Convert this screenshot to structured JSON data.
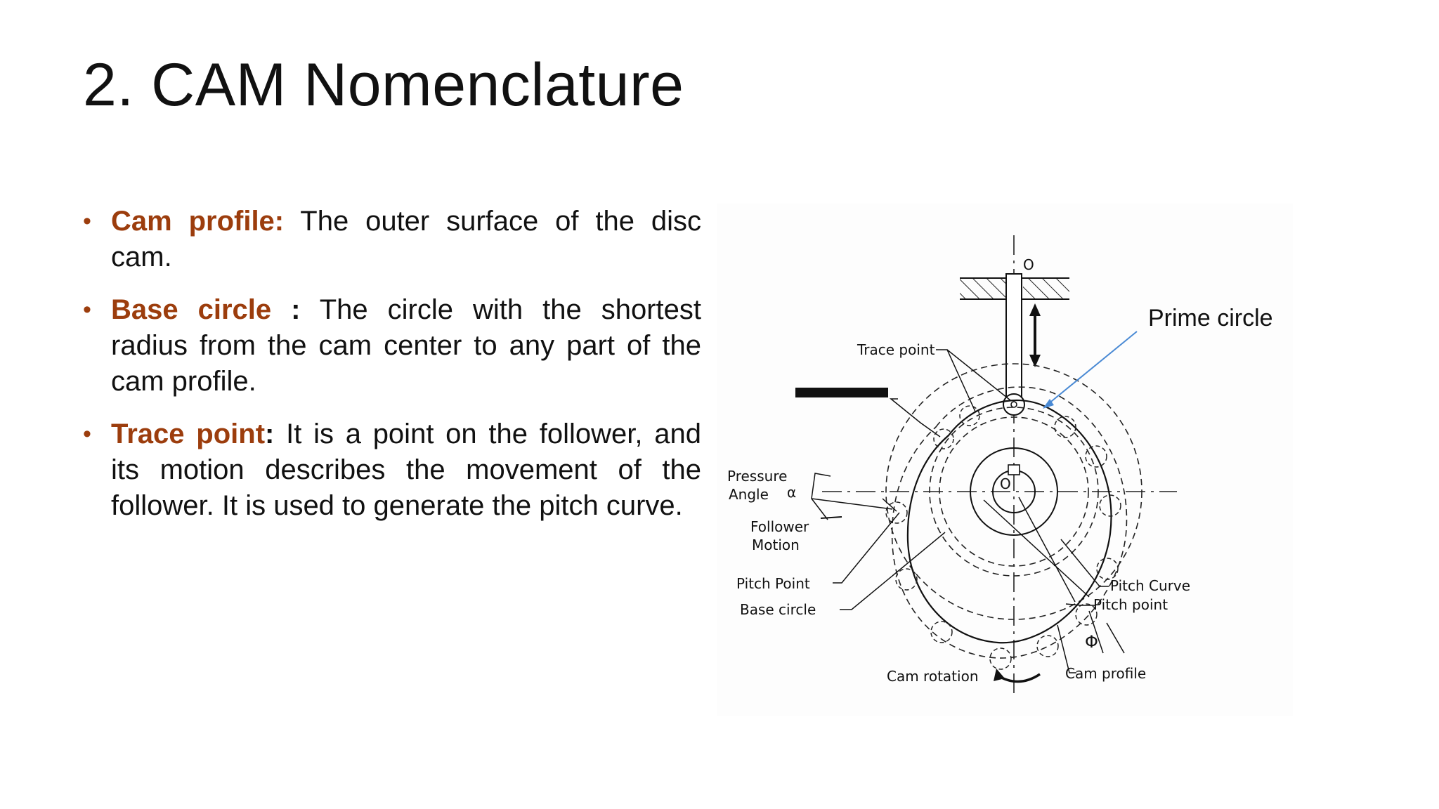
{
  "slide": {
    "title": "2. CAM Nomenclature",
    "accent_color": "#9c3d0d",
    "bullets": [
      {
        "term": "Cam profile:",
        "sep": "",
        "text": " The outer surface of the disc cam."
      },
      {
        "term": "Base circle",
        "sep": " :",
        "text": " The circle with the shortest radius from the cam center to any part of the cam profile."
      },
      {
        "term": "Trace point",
        "sep": ":",
        "text": " It is a point on the follower, and its motion describes the movement of the follower. It is used to generate the pitch curve."
      }
    ]
  },
  "diagram": {
    "callout": "Prime circle",
    "callout_arrow_color": "#4a8ad4",
    "labels": {
      "center_top": "O",
      "center_cam": "O",
      "trace_point": "Trace point",
      "pressure_angle_1": "Pressure",
      "pressure_angle_2": "Angle",
      "alpha": "α",
      "follower_motion_1": "Follower",
      "follower_motion_2": "Motion",
      "pitch_point_left": "Pitch Point",
      "base_circle": "Base circle",
      "pitch_curve": "Pitch Curve",
      "pitch_point_right": "Pitch point",
      "phi": "Φ",
      "cam_rotation": "Cam rotation",
      "cam_profile": "Cam profile"
    }
  }
}
